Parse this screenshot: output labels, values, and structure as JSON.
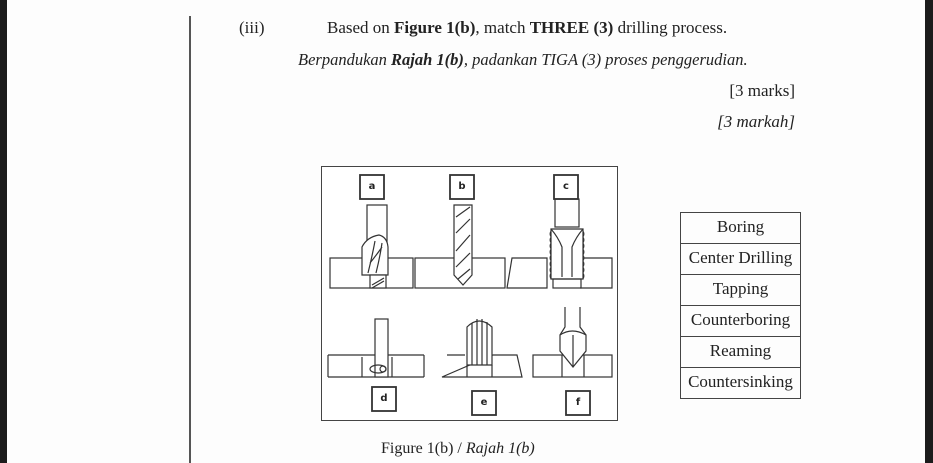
{
  "question": {
    "number": "(iii)",
    "english": {
      "prefix": "Based on ",
      "figure_ref": "Figure 1(b)",
      "middle": ", match ",
      "count": "THREE (3)",
      "suffix": " drilling process."
    },
    "malay": {
      "prefix": "Berpandukan ",
      "figure_ref": "Rajah 1(b)",
      "suffix": ", padankan TIGA (3) proses penggerudian."
    },
    "marks_en": "[3 marks]",
    "marks_ms": "[3 markah]"
  },
  "figure": {
    "labels": [
      "a",
      "b",
      "c",
      "d",
      "e",
      "f"
    ],
    "caption_en": "Figure 1(b) / ",
    "caption_ms": "Rajah 1(b)"
  },
  "options": [
    "Boring",
    "Center Drilling",
    "Tapping",
    "Counterboring",
    "Reaming",
    "Countersinking"
  ]
}
